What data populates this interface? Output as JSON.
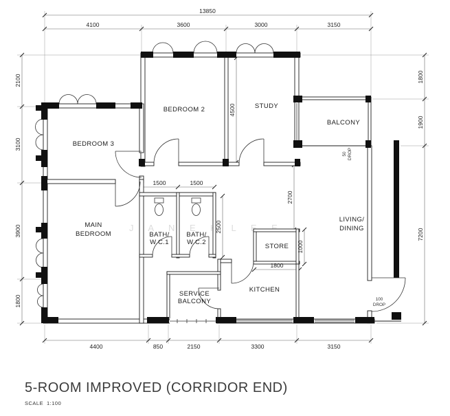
{
  "title": "5-ROOM IMPROVED (CORRIDOR END)",
  "scale_label": "SCALE",
  "scale_value": "1:100",
  "watermark": "J A N E  K  L E E",
  "rooms": {
    "bedroom2": "BEDROOM 2",
    "bedroom3": "BEDROOM 3",
    "study": "STUDY",
    "balcony": "BALCONY",
    "main_bedroom_line1": "MAIN",
    "main_bedroom_line2": "BEDROOM",
    "bath1_line1": "BATH/",
    "bath1_line2": "W.C.1",
    "bath2_line1": "BATH/",
    "bath2_line2": "W.C.2",
    "store": "STORE",
    "living_line1": "LIVING/",
    "living_line2": "DINING",
    "kitchen": "KITCHEN",
    "service_balcony_line1": "SERVICE",
    "service_balcony_line2": "BALCONY"
  },
  "dims": {
    "overall_width": "13850",
    "top_1": "4100",
    "top_2": "3600",
    "top_3": "3000",
    "top_4": "3150",
    "left_1": "2100",
    "left_2": "3100",
    "left_3": "3900",
    "left_4": "1800",
    "right_1": "1800",
    "right_2": "1900",
    "right_3": "7200",
    "bottom_1": "4400",
    "bottom_2": "850",
    "bottom_3": "2150",
    "bottom_4": "3300",
    "bottom_5": "3150",
    "study_depth": "4500",
    "bath1_width": "1500",
    "bath2_width": "1500",
    "hall_depth": "2700",
    "bath_depth": "2500",
    "store_depth": "1000",
    "store_width": "1800"
  },
  "annotations": {
    "balcony_drop_value": "50",
    "balcony_drop_word": "DROP",
    "entrance_drop_value": "100",
    "entrance_drop_word": "DROP"
  }
}
